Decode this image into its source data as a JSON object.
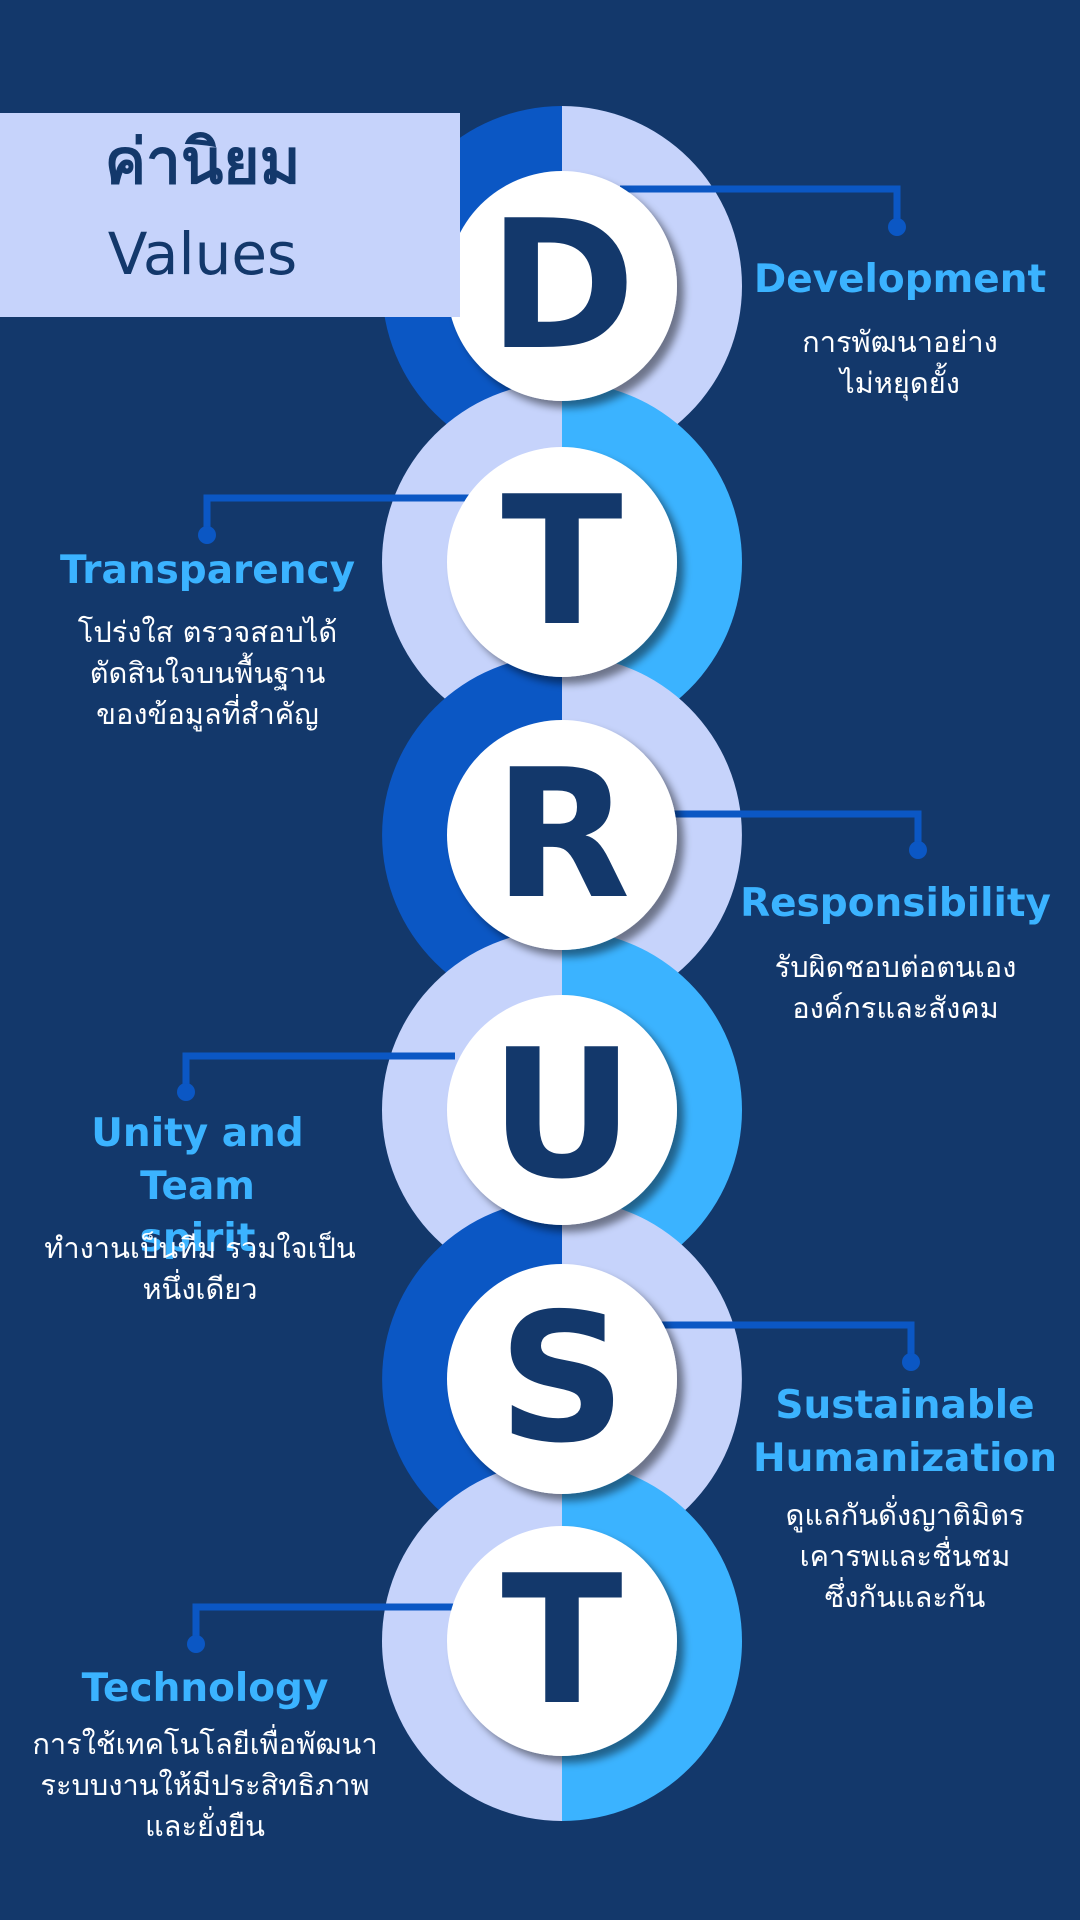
{
  "title": {
    "thai": "ค่านิยม",
    "english": "Values"
  },
  "colors": {
    "background": "#13386b",
    "light_ring": "#c6d3fb",
    "blue_ring": "#0b57c4",
    "sky_ring": "#3bb3ff",
    "heading": "#3bb3ff",
    "letter": "#13386b"
  },
  "values": [
    {
      "letter": "D",
      "heading": "Development",
      "description": [
        "การพัฒนาอย่าง",
        "ไม่หยุดยั้ง"
      ]
    },
    {
      "letter": "T",
      "heading": "Transparency",
      "description": [
        "โปร่งใส ตรวจสอบได้",
        "ตัดสินใจบนพื้นฐาน",
        "ของข้อมูลที่สำคัญ"
      ]
    },
    {
      "letter": "R",
      "heading": "Responsibility",
      "description": [
        "รับผิดชอบต่อตนเอง",
        "องค์กรและสังคม"
      ]
    },
    {
      "letter": "U",
      "heading": [
        "Unity and Team",
        "spirit"
      ],
      "description": [
        "ทำงานเป็นทีม รวมใจเป็น",
        "หนึ่งเดียว"
      ]
    },
    {
      "letter": "S",
      "heading": [
        "Sustainable",
        "Humanization"
      ],
      "description": [
        "ดูแลกันดั่งญาติมิตร",
        "เคารพและชื่นชม",
        "ซึ่งกันและกัน"
      ]
    },
    {
      "letter": "T",
      "heading": "Technology",
      "description": [
        "การใช้เทคโนโลยีเพื่อพัฒนา",
        "ระบบงานให้มีประสิทธิภาพ",
        "และยั่งยืน"
      ]
    }
  ]
}
